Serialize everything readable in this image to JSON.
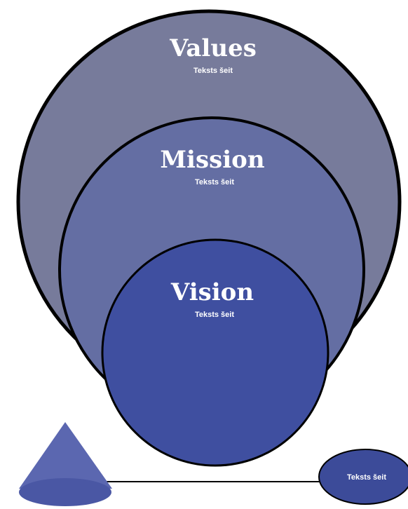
{
  "colors": {
    "values_fill": "#777b9b",
    "mission_fill": "#646ea3",
    "vision_fill": "#3f4fa0",
    "outline": "#000000",
    "cone_fill": "#5b67b0",
    "cone_base": "#4a57a4",
    "label_fill": "#3c4b99",
    "text": "#ffffff"
  },
  "circles": {
    "values": {
      "title": "Values",
      "subtitle": "Teksts šeit"
    },
    "mission": {
      "title": "Mission",
      "subtitle": "Teksts šeit"
    },
    "vision": {
      "title": "Vision",
      "subtitle": "Teksts šeit"
    }
  },
  "pointer": {
    "icon": "cone-icon",
    "label": "Teksts šeit"
  }
}
